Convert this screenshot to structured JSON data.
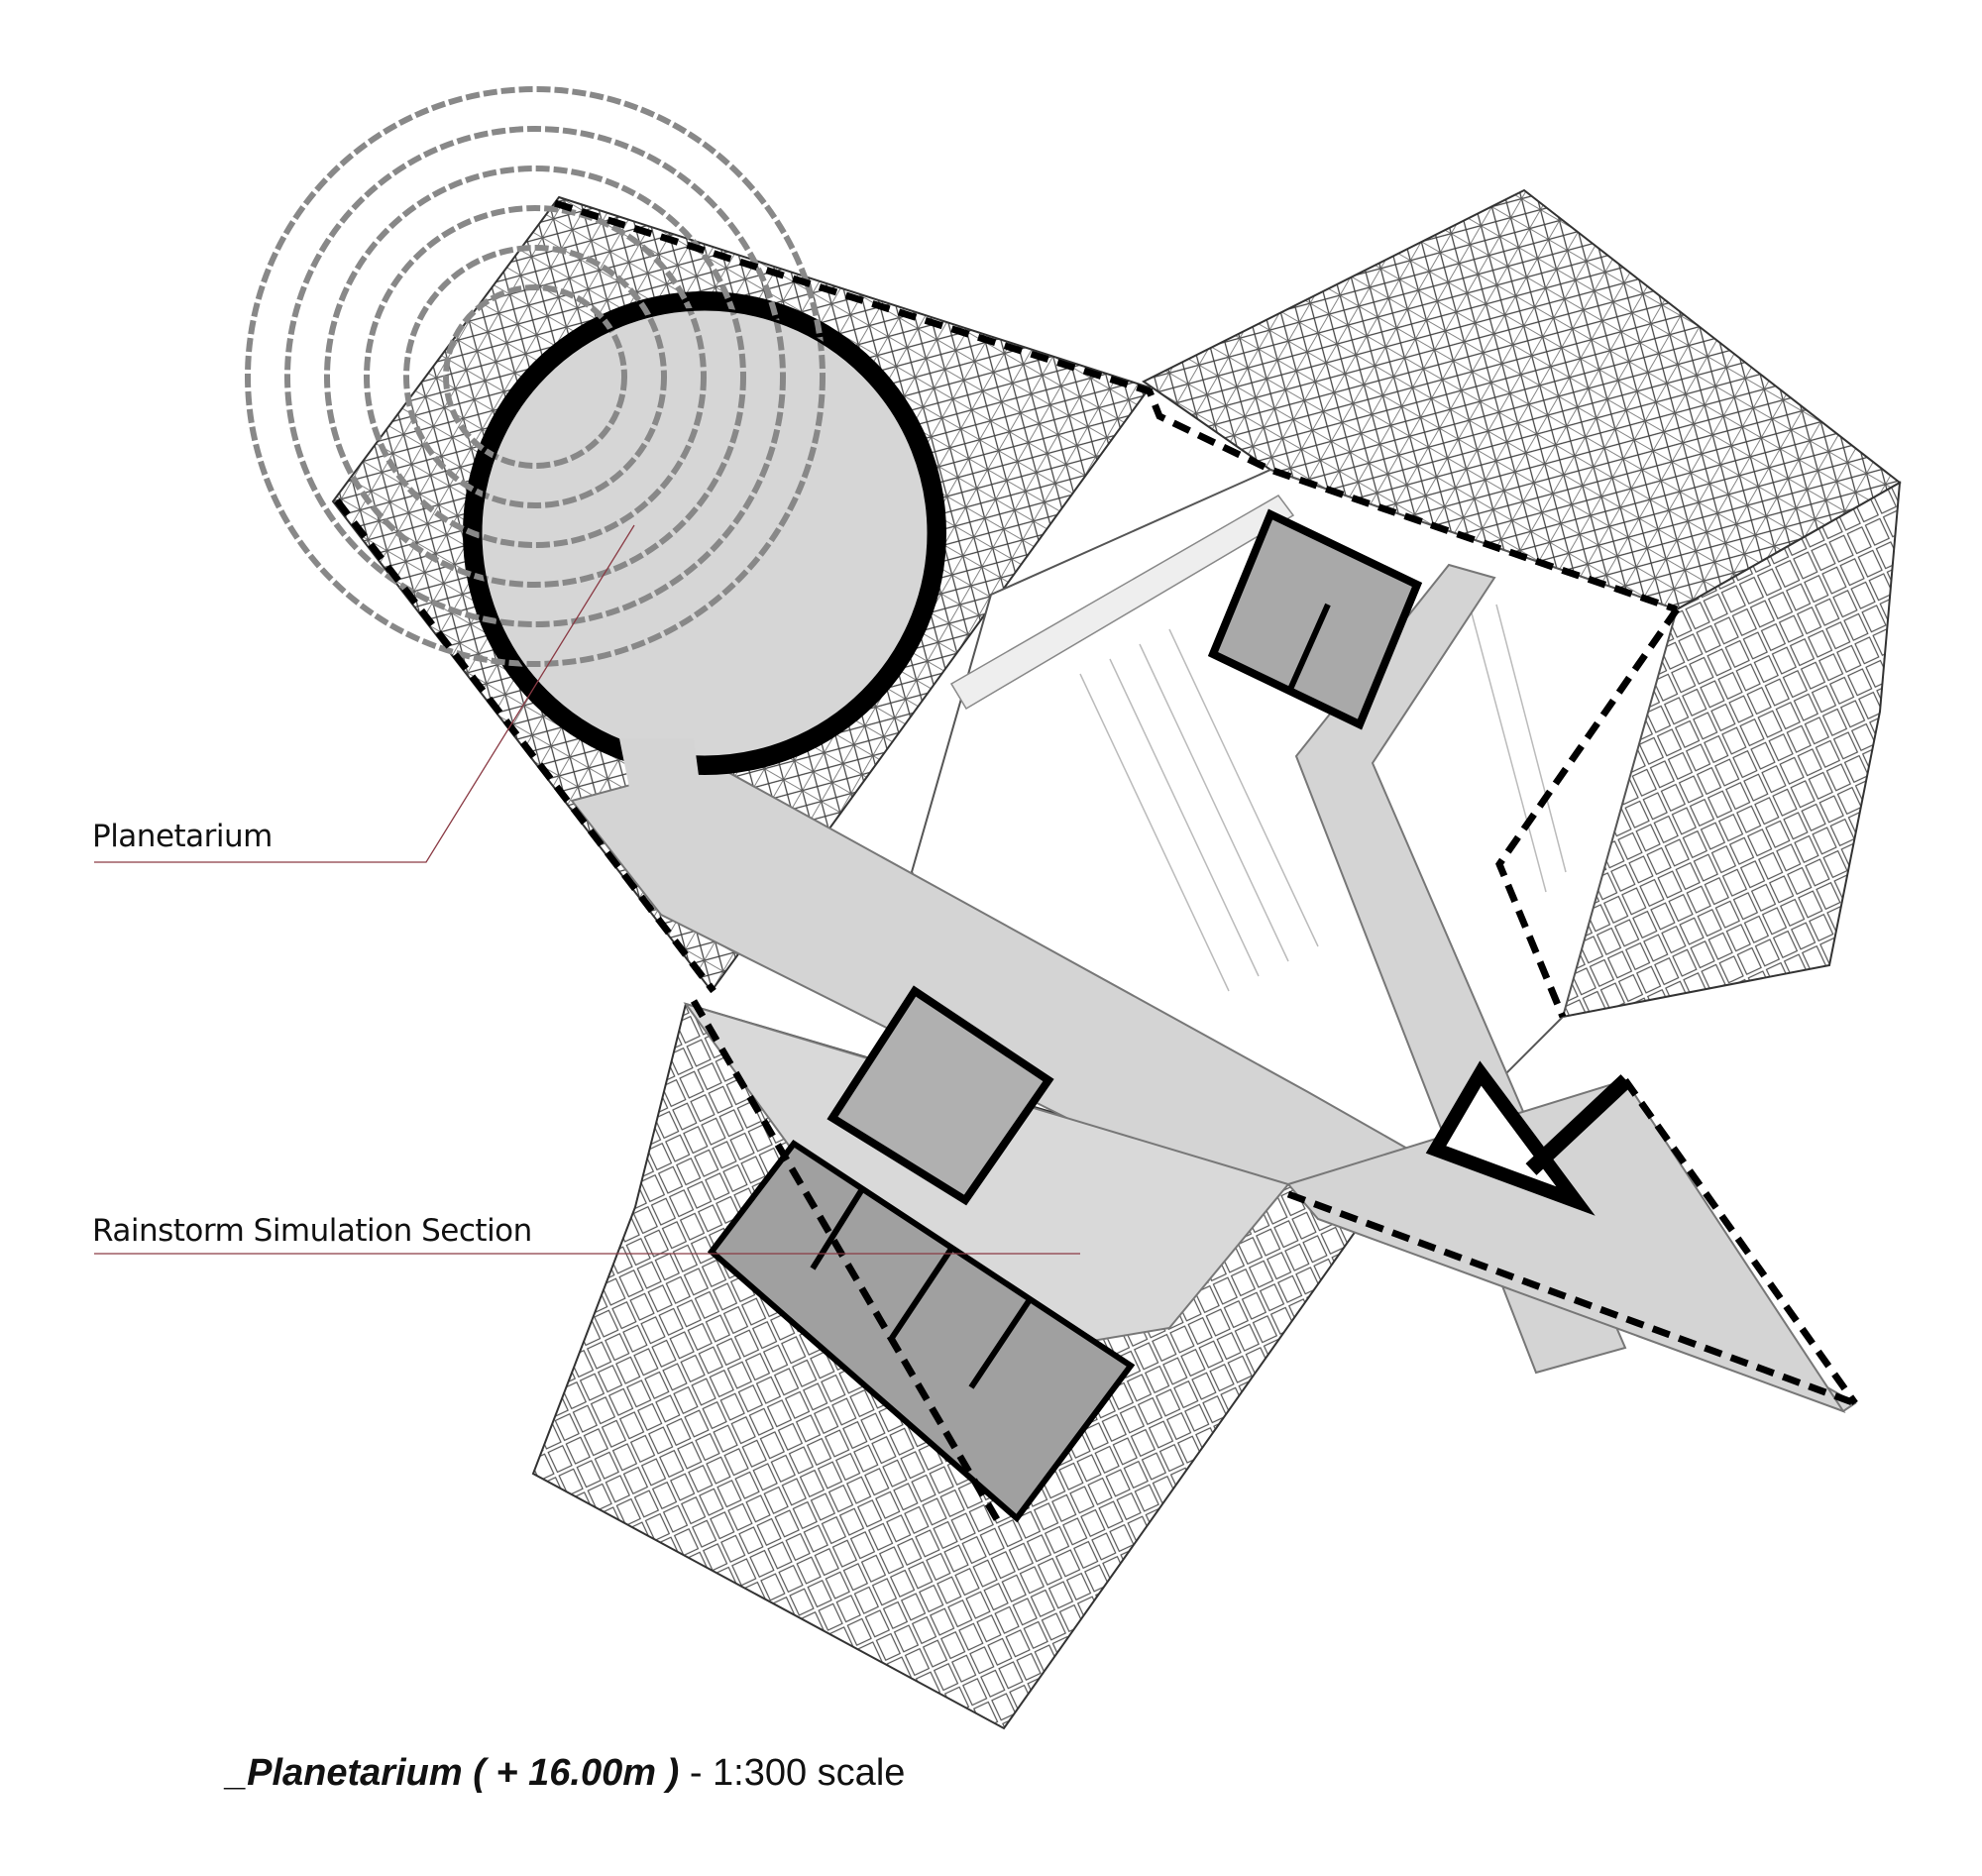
{
  "labels": {
    "planetarium": "Planetarium",
    "rainstorm": "Rainstorm Simulation Section"
  },
  "caption": {
    "title": "_Planetarium ( + 16.00m )",
    "scale": " - 1:300 scale"
  },
  "colors": {
    "leader_line": "#8a3a44",
    "floor_gray": "#d4d4d4",
    "room_gray": "#a9a9a9",
    "wall": "#000000"
  }
}
